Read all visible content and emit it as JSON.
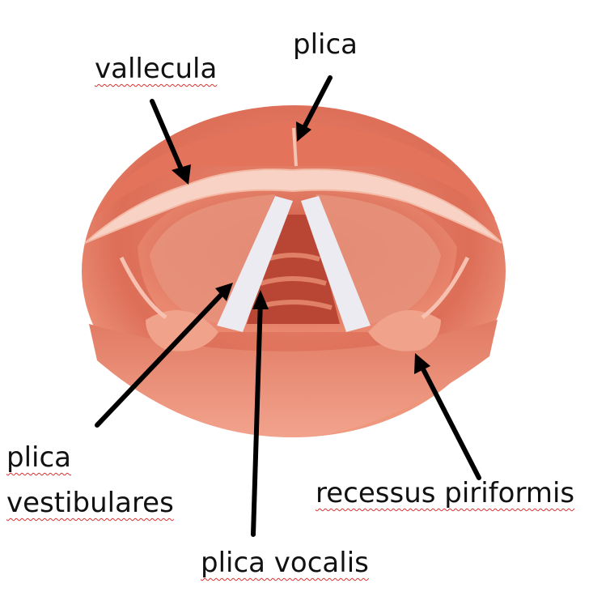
{
  "labels": {
    "vallecula": "vallecula",
    "plica": "plica",
    "plica_vestibulares_line1": "plica",
    "plica_vestibulares_line2": "vestibulares",
    "recessus_piriformis": "recessus piriformis",
    "plica_vocalis": "plica vocalis"
  },
  "colors": {
    "tissue_outer": "#e07860",
    "tissue_mid": "#d9654f",
    "tissue_light": "#f3b7a4",
    "epiglottis_rim": "#f7cdbd",
    "vocal_cord": "#e9e7ee",
    "cavity_dark": "#b84a3a",
    "arrow": "#000000",
    "spell_underline": "#d93030"
  }
}
